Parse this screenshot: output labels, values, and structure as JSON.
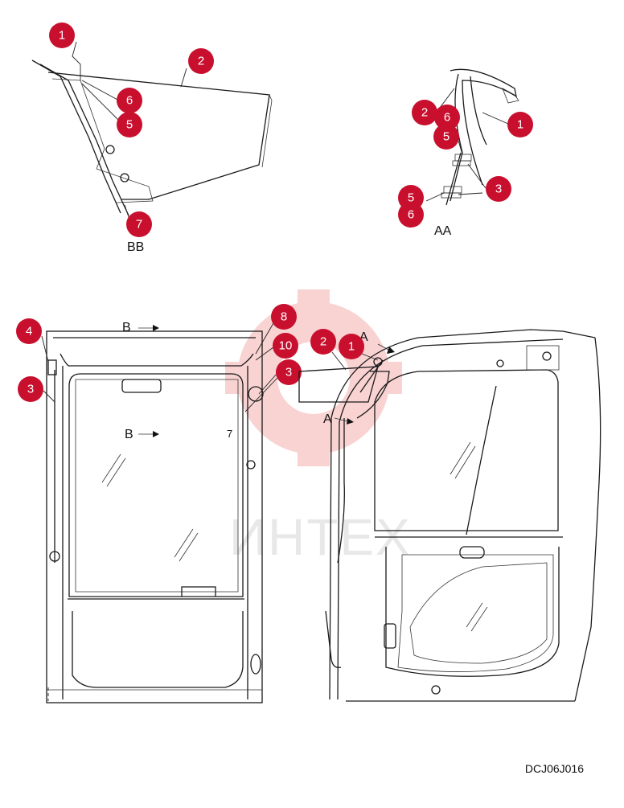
{
  "views": {
    "bb": {
      "label": "BB"
    },
    "aa": {
      "label": "AA"
    },
    "front": {
      "arrow_top": "B",
      "arrow_mid": "B",
      "part_7_text": "7"
    },
    "side": {
      "arrow_top": "A",
      "arrow_mid": "A"
    }
  },
  "callouts": {
    "bb": [
      "1",
      "2",
      "6",
      "5",
      "7"
    ],
    "aa": [
      "2",
      "6",
      "1",
      "5",
      "3",
      "5",
      "6"
    ],
    "front": [
      "8",
      "4",
      "10",
      "3",
      "3"
    ],
    "side": [
      "2",
      "1"
    ]
  },
  "watermark": {
    "text": "ИНТЕХ"
  },
  "drawing_code": "DCJ06J016",
  "colors": {
    "callout": "#c8102e",
    "line": "#1a1a1a",
    "watermark": "#e9a0a0"
  }
}
